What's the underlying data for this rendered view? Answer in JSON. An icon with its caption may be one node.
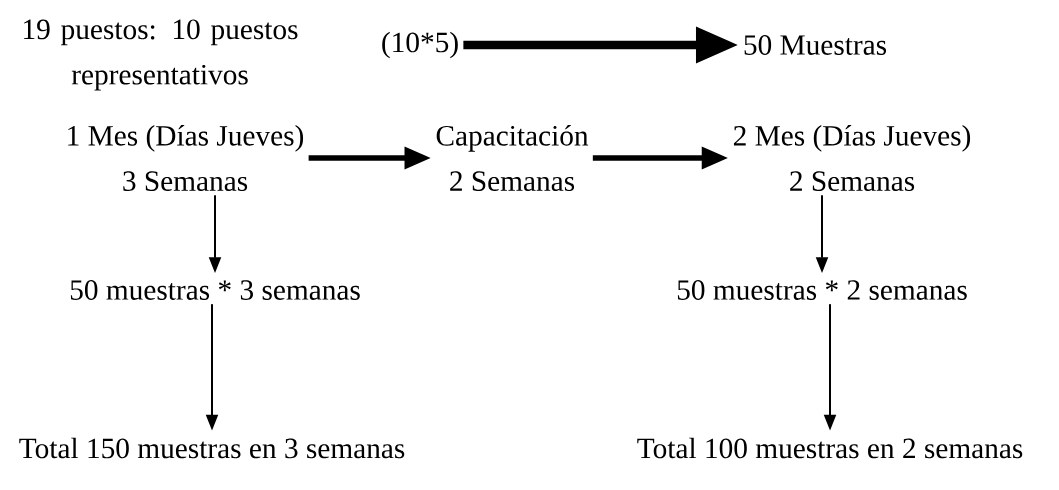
{
  "diagram": {
    "nodes": [
      {
        "text": [
          "19 puestos: 10 puestos representativos"
        ]
      },
      {
        "text": [
          "(10*5)"
        ]
      },
      {
        "text": [
          "50 Muestras"
        ]
      },
      {
        "text": [
          "1 Mes (Días Jueves)",
          "3 Semanas"
        ]
      },
      {
        "text": [
          "Capacitación",
          "2 Semanas"
        ]
      },
      {
        "text": [
          "2 Mes (Días Jueves)",
          "2 Semanas"
        ]
      },
      {
        "text": [
          "50 muestras * 3 semanas"
        ]
      },
      {
        "text": [
          "50 muestras * 2 semanas"
        ]
      },
      {
        "text": [
          "Total 150 muestras en 3 semanas"
        ]
      },
      {
        "text": [
          "Total 100 muestras en 2 semanas"
        ]
      }
    ],
    "edges": [
      {
        "from": 1,
        "to": 2,
        "arrow": "to",
        "style": "thick"
      },
      {
        "from": 3,
        "to": 4,
        "arrow": "to",
        "style": "thick"
      },
      {
        "from": 4,
        "to": 5,
        "arrow": "to",
        "style": "thick"
      },
      {
        "from": 3,
        "to": 6,
        "arrow": "to"
      },
      {
        "from": 6,
        "to": 8,
        "arrow": "to"
      },
      {
        "from": 5,
        "to": 7,
        "arrow": "to"
      },
      {
        "from": 7,
        "to": 9,
        "arrow": "to"
      }
    ]
  }
}
